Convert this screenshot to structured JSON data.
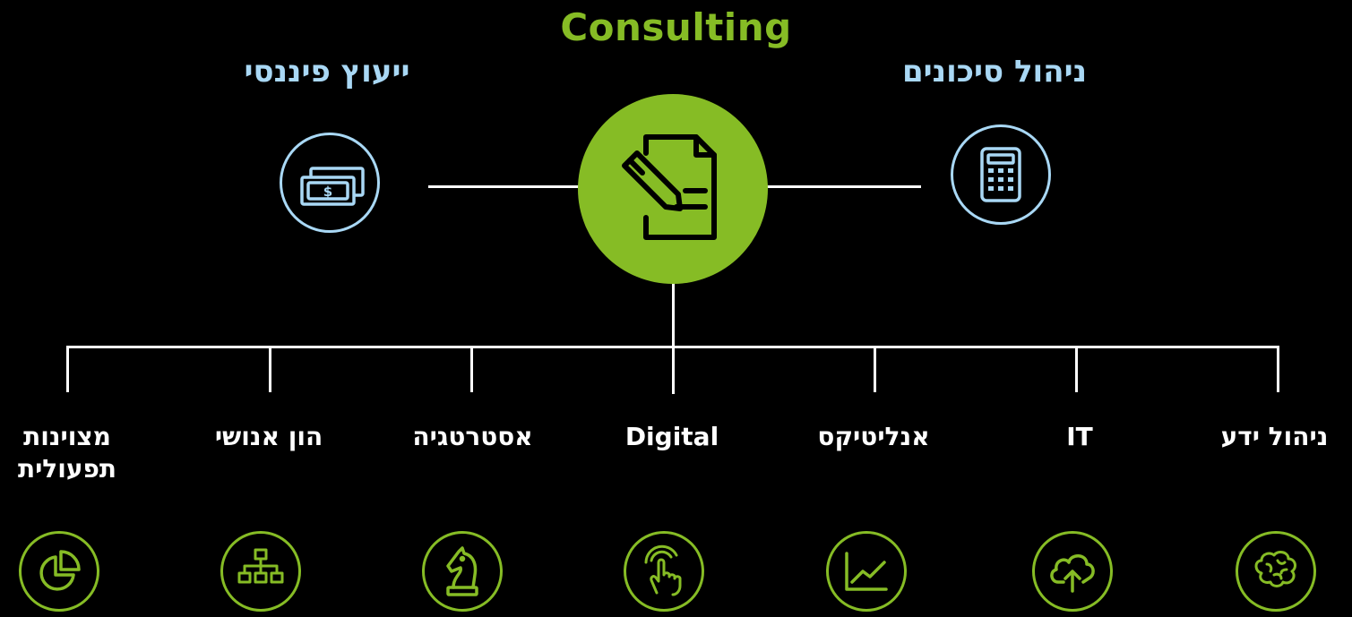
{
  "title": "Consulting",
  "side": {
    "left_label": "ייעוץ פיננסי",
    "right_label": "ניהול סיכונים",
    "left_icon": "money-icon",
    "right_icon": "calculator-icon"
  },
  "center": {
    "icon": "document-edit-icon"
  },
  "categories": [
    {
      "label": "מצוינות",
      "label2": "תפעולית",
      "icon": "pie-chart-icon"
    },
    {
      "label": "הון אנושי",
      "label2": "",
      "icon": "org-chart-icon"
    },
    {
      "label": "אסטרטגיה",
      "label2": "",
      "icon": "chess-knight-icon"
    },
    {
      "label": "Digital",
      "label2": "",
      "icon": "touch-hand-icon"
    },
    {
      "label": "אנליטיקס",
      "label2": "",
      "icon": "line-chart-icon"
    },
    {
      "label": "IT",
      "label2": "",
      "icon": "cloud-upload-icon"
    },
    {
      "label": "ניהול ידע",
      "label2": "",
      "icon": "brain-icon"
    }
  ],
  "colors": {
    "accent": "#86bc25",
    "secondary": "#a9d8f5",
    "background": "#000000"
  }
}
